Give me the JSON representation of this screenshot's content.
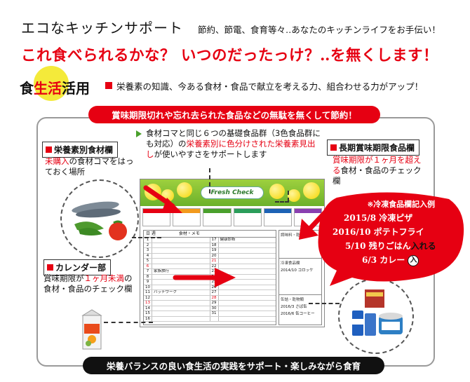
{
  "header": {
    "title": "エコなキッチンサポート",
    "tagline": "節約、節電、食育等々‥あなたのキッチンライフをお手伝い！",
    "headline": "これ食べられるかな？ いつのだったっけ？‥を無くします！"
  },
  "shokuiku": {
    "label_1": "食",
    "label_2": "生活",
    "label_3": "活用",
    "description": "栄養素の知識、今ある食材・食品で献立を考える力、組合わせる力がアップ！"
  },
  "banners": {
    "top": "賞味期限切れや忘れ去られた食品などの無駄を無くして節約！",
    "bottom": "栄養バランスの良い食生活の実践をサポート・楽しみながら食育"
  },
  "sections": {
    "nutrient": {
      "tag": "栄養素別食材欄",
      "desc_1": "未購入",
      "desc_2": "の食材コマをはっておく場所"
    },
    "center": {
      "desc_1": "食材コマと同じ６つの基礎食品群（3色食品群にも対応）の",
      "desc_2": "栄養素別に色分けされた栄養素見出し",
      "desc_3": "が使いやすさをサポートします"
    },
    "long_term": {
      "tag": "長期賞味期限食品欄",
      "desc_1": "賞味期限が１ヶ月を超える",
      "desc_2": "食材・食品のチェック欄"
    },
    "calendar": {
      "tag": "カレンダー部",
      "desc_1": "賞味期限が",
      "desc_2": "１ヶ月未満",
      "desc_3": "の食材・食品のチェック欄"
    }
  },
  "sheet": {
    "logo": "Fresh Check",
    "grid_head_1": "日 週",
    "grid_head_2": "食材・メモ",
    "note_1": "健康診断",
    "note_2": "バッチワーク",
    "note_3": "家族旅行",
    "right_label_1": "調味料・乾物",
    "right_label_2": "冷凍食品欄",
    "right_item_1": "2014/10 コロッケ",
    "right_label_3": "缶詰・乾物類",
    "right_item_2": "2016/3 さば缶",
    "right_item_3": "2016/6 缶コーヒー"
  },
  "bubble": {
    "title_mark": "※",
    "title": "冷凍食品欄記入例",
    "line_1": "2015/8  冷凍ピザ",
    "line_2": "2016/10  ポテトフライ",
    "line_3a": "5/10  残りごはん",
    "line_3b": "入れる",
    "line_4": "6/3  カレー",
    "circle_glyph": "入"
  },
  "colors": {
    "red": "#e60012",
    "yellow": "#f4ea3a",
    "green": "#4aa02c",
    "frame": "#9a9a9a"
  }
}
